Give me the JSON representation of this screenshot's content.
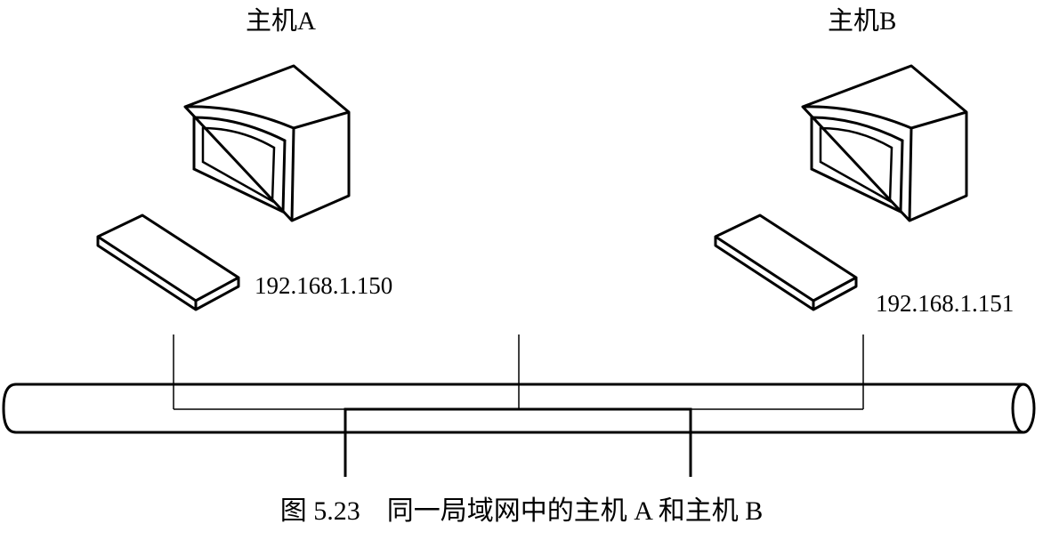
{
  "hosts": [
    {
      "name": "主机A",
      "ip": "192.168.1.150"
    },
    {
      "name": "主机B",
      "ip": "192.168.1.151"
    }
  ],
  "caption": "图 5.23　同一局域网中的主机 A 和主机 B"
}
